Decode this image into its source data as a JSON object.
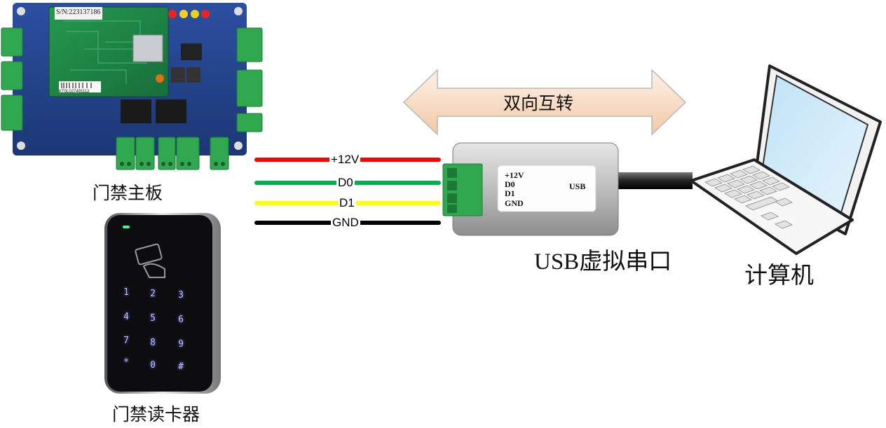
{
  "labels": {
    "controller": "门禁主板",
    "reader": "门禁读卡器",
    "converter": "USB虚拟串口",
    "computer": "计算机",
    "bidirectional": "双向互转",
    "serial": "S/N:223137186",
    "board_code": "KT0L027491112"
  },
  "wires": [
    {
      "label": "+12V",
      "color": "#ff0000"
    },
    {
      "label": "D0",
      "color": "#00b050"
    },
    {
      "label": "D1",
      "color": "#ffff00"
    },
    {
      "label": "GND",
      "color": "#000000"
    }
  ],
  "converter_panel": {
    "pins": [
      "+12V",
      "D0",
      "D1",
      "GND"
    ],
    "usb": "USB"
  },
  "keypad": [
    "1",
    "2",
    "3",
    "4",
    "5",
    "6",
    "7",
    "8",
    "9",
    "*",
    "0",
    "#"
  ],
  "colors": {
    "pcb": "#1f8a4a",
    "terminal": "#2fa84f",
    "arrow_fill": "#f9dcc4",
    "reader_body": "#0d0d0f"
  }
}
